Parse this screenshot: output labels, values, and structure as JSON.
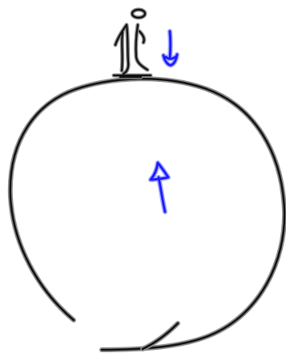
{
  "colors": {
    "background": "#ffffff",
    "outline": "#111111",
    "outline_glow": "#8c8c8c",
    "arrow": "#1a1aff",
    "arrow_glow": "#9fa4ff"
  },
  "elements": [
    {
      "name": "planet-circle-sketch",
      "kind": "open-circle"
    },
    {
      "name": "standing-person-sketch",
      "kind": "figure"
    },
    {
      "name": "down-arrow-icon",
      "kind": "arrow",
      "direction": "down"
    },
    {
      "name": "up-arrow-icon",
      "kind": "arrow",
      "direction": "up"
    }
  ]
}
